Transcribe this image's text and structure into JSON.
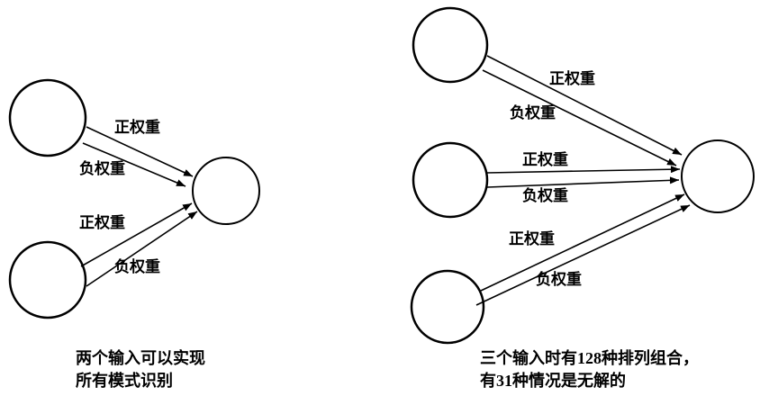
{
  "colors": {
    "stroke": "#000000",
    "background": "#ffffff"
  },
  "diagram": {
    "left": {
      "labels": {
        "a_pos": "正权重",
        "a_neg": "负权重",
        "b_pos": "正权重",
        "b_neg": "负权重"
      },
      "caption_line1": "两个输入可以实现",
      "caption_line2": "所有模式识别"
    },
    "right": {
      "labels": {
        "c1_pos": "正权重",
        "c1_neg": "负权重",
        "c2_pos": "正权重",
        "c2_neg": "负权重",
        "c3_pos": "正权重",
        "c3_neg": "负权重"
      },
      "caption_line1": "三个输入时有128种排列组合，",
      "caption_line2": "有31种情况是无解的"
    }
  }
}
